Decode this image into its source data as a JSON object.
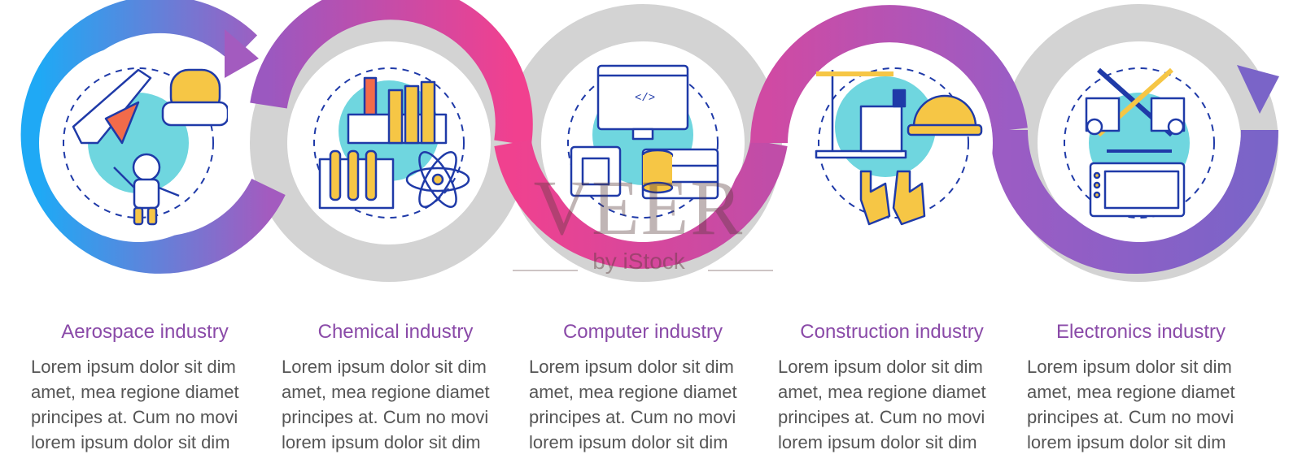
{
  "colors": {
    "blue": "#23a7f3",
    "purple": "#9b5cc4",
    "pink": "#ee3f93",
    "gray": "#cfcfcf",
    "teal_blob": "#6fd6df",
    "title": "#8a4aa8",
    "body": "#555555",
    "navy": "#1f3aa8",
    "yellow": "#f6c645"
  },
  "steps": [
    {
      "title": "Aerospace industry",
      "icon": "aerospace-icon",
      "body_lines": [
        "Lorem ipsum dolor sit dim",
        "amet, mea regione diamet",
        "principes at. Cum no movi",
        "lorem ipsum dolor sit dim"
      ]
    },
    {
      "title": "Chemical industry",
      "icon": "chemical-icon",
      "body_lines": [
        "Lorem ipsum dolor sit dim",
        "amet, mea regione diamet",
        "principes at. Cum no movi",
        "lorem ipsum dolor sit dim"
      ]
    },
    {
      "title": "Computer industry",
      "icon": "computer-icon",
      "body_lines": [
        "Lorem ipsum dolor sit dim",
        "amet, mea regione diamet",
        "principes at. Cum no movi",
        "lorem ipsum dolor sit dim"
      ]
    },
    {
      "title": "Construction industry",
      "icon": "construction-icon",
      "body_lines": [
        "Lorem ipsum dolor sit dim",
        "amet, mea regione diamet",
        "principes at. Cum no movi",
        "lorem ipsum dolor sit dim"
      ]
    },
    {
      "title": "Electronics industry",
      "icon": "electronics-icon",
      "body_lines": [
        "Lorem ipsum dolor sit dim",
        "amet, mea regione diamet",
        "principes at. Cum no movi",
        "lorem ipsum dolor sit dim"
      ]
    }
  ],
  "watermark": {
    "main": "VEER",
    "sub": "by iStock"
  }
}
